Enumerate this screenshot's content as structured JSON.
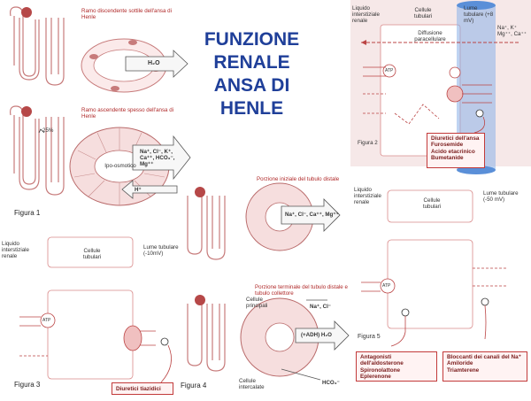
{
  "title": {
    "line1": "FUNZIONE",
    "line2": "RENALE",
    "line3": "ANSA DI",
    "line4": "HENLE"
  },
  "figure1": {
    "caption": "Figura 1",
    "desc_thin": "Ramo discendente sottile dell'ansa di Henle",
    "water": "H₂O",
    "desc_thick": "Ramo ascendente spesso dell'ansa di Henle",
    "percent": "25%",
    "ions": "Na⁺, Cl⁻, K⁺, Ca⁺⁺, HCO₃⁻, Mg⁺⁺",
    "hypo": "Ipo-osmotico",
    "hplus": "H⁺"
  },
  "figure2": {
    "caption": "Figura 2",
    "interstitial": "Liquido interstiziale renale",
    "tubular_cells": "Cellule tubulari",
    "lumen": "Lume tubulare (+8 mV)",
    "lumen_ions": "Na⁺, K⁺ Mg⁺⁺, Ca⁺⁺",
    "diffusion": "Diffusione paracellulare",
    "atp": "ATP",
    "diuretics_title": "Diuretici dell'ansa",
    "diuretics": [
      "Furosemide",
      "Acido etacrinico",
      "Bumetanide"
    ]
  },
  "figure3": {
    "caption": "Figura 3",
    "interstitial": "Liquido interstiziale renale",
    "tubular_cells": "Cellule tubulari",
    "lumen": "Lume tubulare (-10mV)",
    "atp": "ATP",
    "diuretics": "Diuretici tiazidici"
  },
  "figure4": {
    "caption": "Figura 4",
    "desc_initial": "Porzione iniziale del tubulo distale",
    "ions_initial": "Na⁺, Cl⁻, Ca⁺⁺, Mg⁺⁺",
    "desc_terminal": "Porzione terminale del tubulo distale e tubulo collettore",
    "principal": "Cellule principali",
    "intercalated": "Cellule intercalate",
    "ions_terminal": "Na⁺, Cl⁻",
    "adh": "(+ADH) H₂O",
    "hco3": "HCO₃⁻"
  },
  "figure5": {
    "caption": "Figura 5",
    "interstitial": "Liquido interstiziale renale",
    "tubular_cells": "Cellule tubulari",
    "lumen": "Lume tubulare (-50 mV)",
    "atp": "ATP",
    "aldosterone_title": "Antagonisti dell'aldosterone",
    "aldosterone": [
      "Spironolattone",
      "Eplerenone"
    ],
    "channel_title": "Bloccanti dei canali del Na⁺",
    "channel": [
      "Amiloride",
      "Triamterene"
    ]
  },
  "colors": {
    "title": "#1f3f99",
    "cell_border": "#d98a8a",
    "box_red": "#c23a3a",
    "arrow_fill": "#f7f7f7",
    "cylinder": "#8ab0e8"
  }
}
